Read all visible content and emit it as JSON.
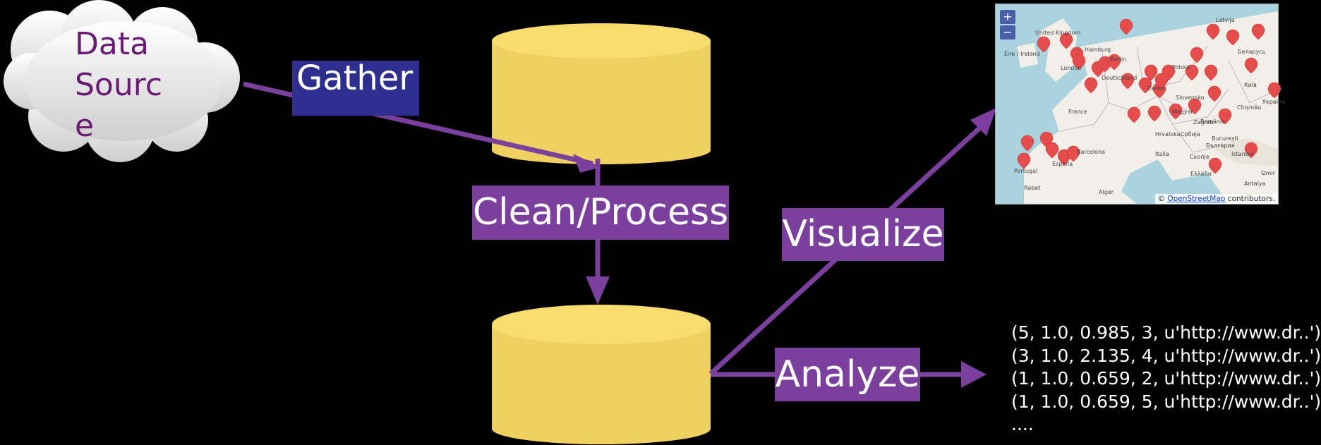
{
  "cloud": {
    "label": "Data Source"
  },
  "steps": {
    "gather": "Gather",
    "clean": "Clean/Process",
    "visualize": "Visualize",
    "analyze": "Analyze"
  },
  "colors": {
    "background": "#000000",
    "step_label": "#7b3f9e",
    "gather_label": "#2e2e8f",
    "arrow": "#7b3f9e",
    "cylinder": "#f5d96b",
    "cloud_text": "#6a1b74",
    "map_marker": "#e74c4c"
  },
  "map": {
    "zoom_in": "+",
    "zoom_out": "−",
    "attribution_prefix": "©",
    "attribution_link": "OpenStreetMap",
    "attribution_suffix": "contributors.",
    "cities": [
      "United Kingdom",
      "Éire / Ireland",
      "Hamburg",
      "Berlin",
      "London",
      "Deutschland",
      "France",
      "Polska",
      "Беларусь",
      "Київ",
      "Česko",
      "Slovensko",
      "Magyar",
      "Zagreb",
      "Hrvatska",
      "Chișinău",
      "România",
      "București",
      "Србија",
      "България",
      "Barcelona",
      "España",
      "Portugal",
      "Italia",
      "Скопје",
      "Istanbul",
      "Ελλάδα",
      "İzmir",
      "Antalya",
      "Rabat",
      "Alger",
      "Україна",
      "Latvija"
    ]
  },
  "results": [
    "(5, 1.0, 0.985, 3, u'http://www.dr..')",
    "(3, 1.0, 2.135, 4, u'http://www.dr..')",
    "(1, 1.0, 0.659, 2, u'http://www.dr..')",
    "(1, 1.0, 0.659, 5, u'http://www.dr..')",
    "...."
  ]
}
